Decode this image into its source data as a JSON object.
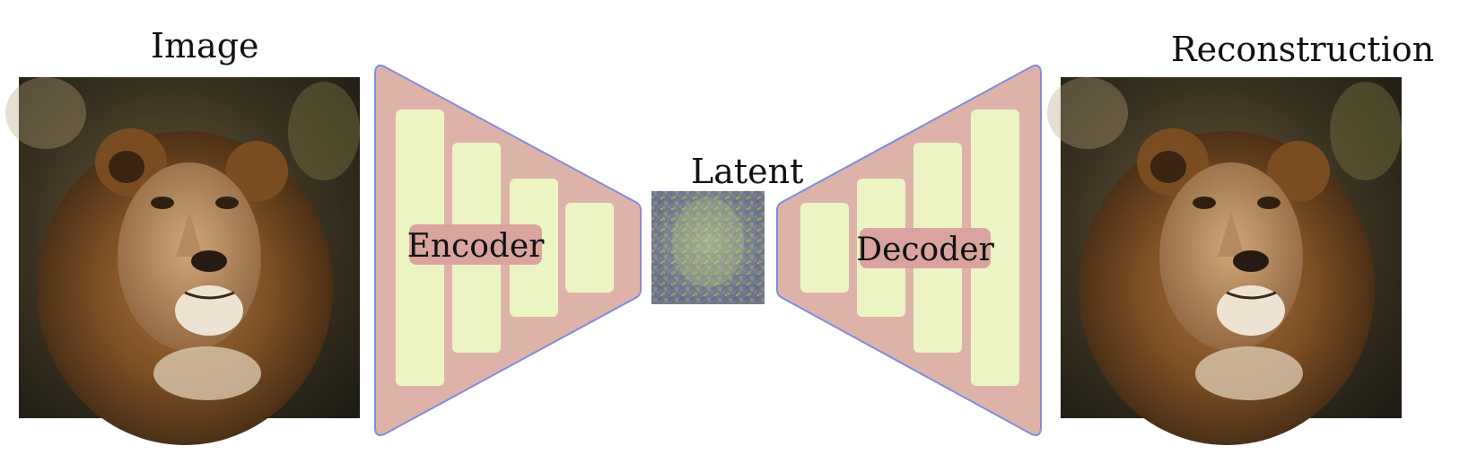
{
  "labels": {
    "image": "Image",
    "latent": "Latent",
    "reconstruction": "Reconstruction",
    "encoder": "Encoder",
    "decoder": "Decoder"
  },
  "colors": {
    "trapezoid_fill": "#ddb3a9",
    "trapezoid_stroke": "#7f8ce0",
    "layer_fill": "#edf4c4",
    "label_box_fill": "#d9a49d",
    "latent_base": "#7b8e7d"
  }
}
